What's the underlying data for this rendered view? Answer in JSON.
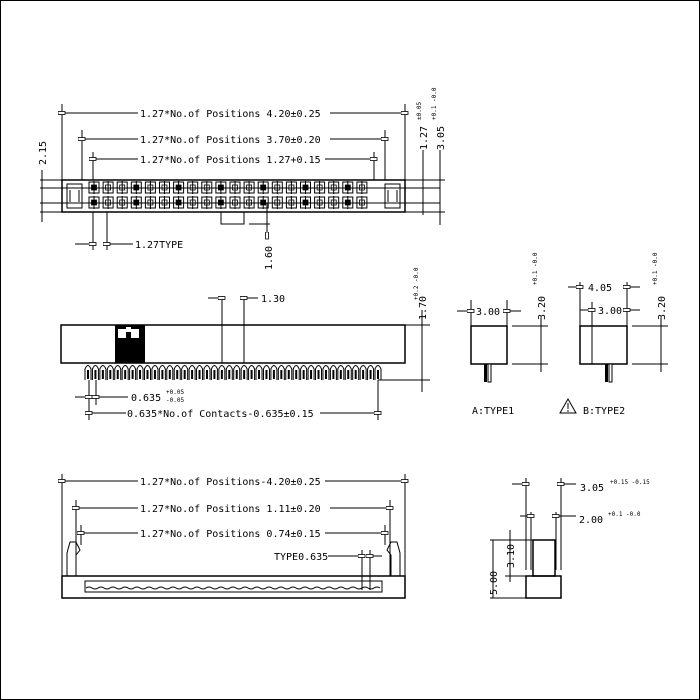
{
  "frame": {
    "border_color": "#000000",
    "background": "#ffffff"
  },
  "top_view": {
    "dims": {
      "overall_length": "1.27*No.of Positions 4.20±0.25",
      "inner_length": "1.27*No.of Positions 3.70±0.20",
      "pin_span": "1.27*No.of Positions 1.27+0.15",
      "pitch": "1.27TYPE",
      "key_offset": "1.60",
      "left_height": "2.15",
      "row_pitch": "1.27",
      "row_pitch_tol": "±0.05",
      "body_width": "3.05",
      "body_width_tol": "+0.1 -0.0"
    },
    "positions_per_row": 20,
    "rows": 2
  },
  "side_view": {
    "dims": {
      "center_gap": "1.30",
      "height": "1.70",
      "height_tol": "+0.2 -0.0",
      "contact_pitch": "0.635",
      "contact_pitch_tol_upper": "+0.05",
      "contact_pitch_tol_lower": "-0.05",
      "contact_span": "0.635*No.of Contacts-0.635±0.15"
    },
    "contacts": 40
  },
  "type1_view": {
    "dims": {
      "width": "3.00",
      "height": "3.20",
      "height_tol": "+0.1 -0.0"
    },
    "label": "A:TYPE1"
  },
  "type2_view": {
    "dims": {
      "outer_width": "4.05",
      "width": "3.00",
      "height": "3.20",
      "height_tol": "+0.1 -0.0"
    },
    "label": "B:TYPE2",
    "warning_icon": "warning-triangle-icon"
  },
  "front_view": {
    "dims": {
      "overall_length": "1.27*No.of Positions-4.20±0.25",
      "latch_span": "1.27*No.of Positions 1.11±0.20",
      "inner_span": "1.27*No.of Positions 0.74±0.15",
      "contact_type": "TYPE0.635"
    }
  },
  "end_view": {
    "dims": {
      "outer_width": "3.05",
      "outer_width_tol": "+0.15 -0.15",
      "inner_width": "2.00",
      "inner_width_tol": "+0.1 -0.0",
      "total_height": "5.00",
      "upper_height": "3.10"
    }
  }
}
